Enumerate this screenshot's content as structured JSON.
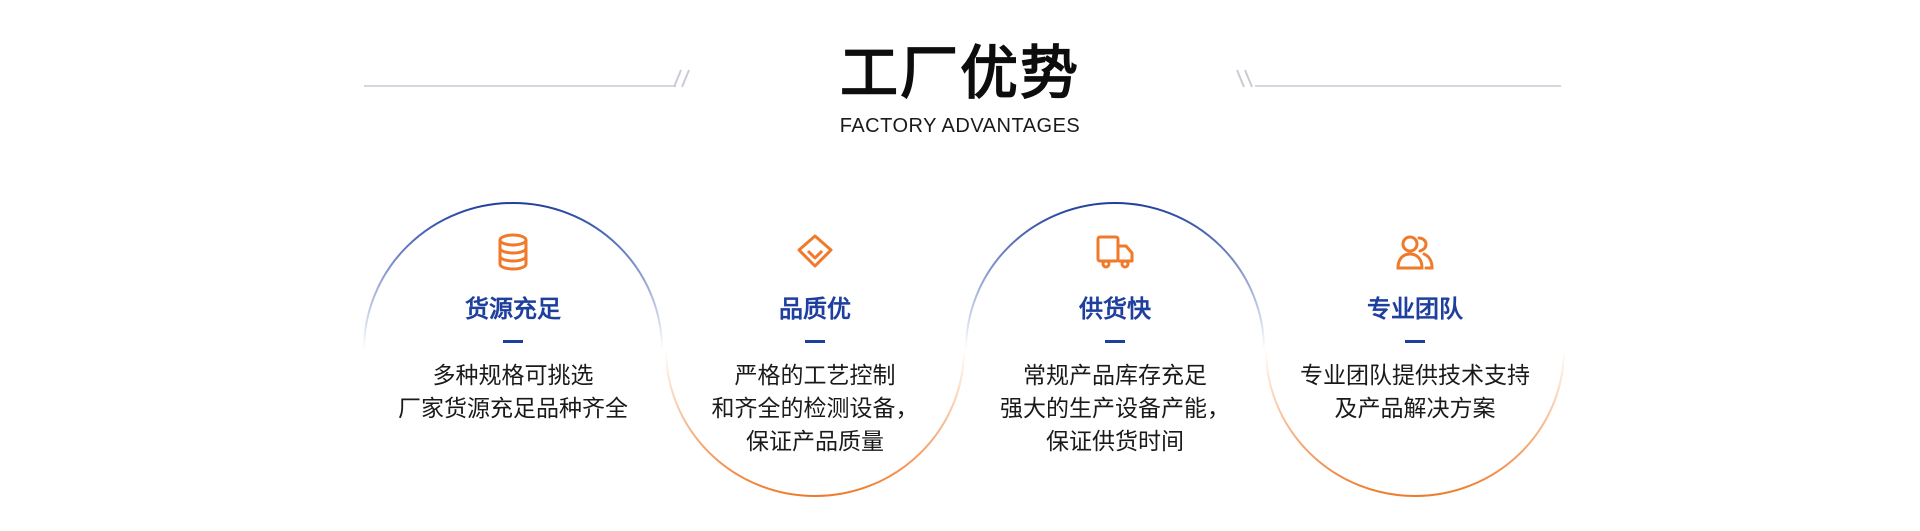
{
  "header": {
    "title": "工厂优势",
    "subtitle": "FACTORY ADVANTAGES"
  },
  "colors": {
    "blue": "#1e3f9e",
    "orange": "#f07a2a",
    "line_gray": "#d4d7de"
  },
  "features": [
    {
      "icon": "database-icon",
      "title": "货源充足",
      "lines": [
        "多种规格可挑选",
        "厂家货源充足品种齐全"
      ]
    },
    {
      "icon": "diamond-icon",
      "title": "品质优",
      "lines": [
        "严格的工艺控制",
        "和齐全的检测设备，",
        "保证产品质量"
      ]
    },
    {
      "icon": "truck-icon",
      "title": "供货快",
      "lines": [
        "常规产品库存充足",
        "强大的生产设备产能，",
        "保证供货时间"
      ]
    },
    {
      "icon": "team-icon",
      "title": "专业团队",
      "lines": [
        "专业团队提供技术支持",
        "及产品解决方案"
      ]
    }
  ]
}
